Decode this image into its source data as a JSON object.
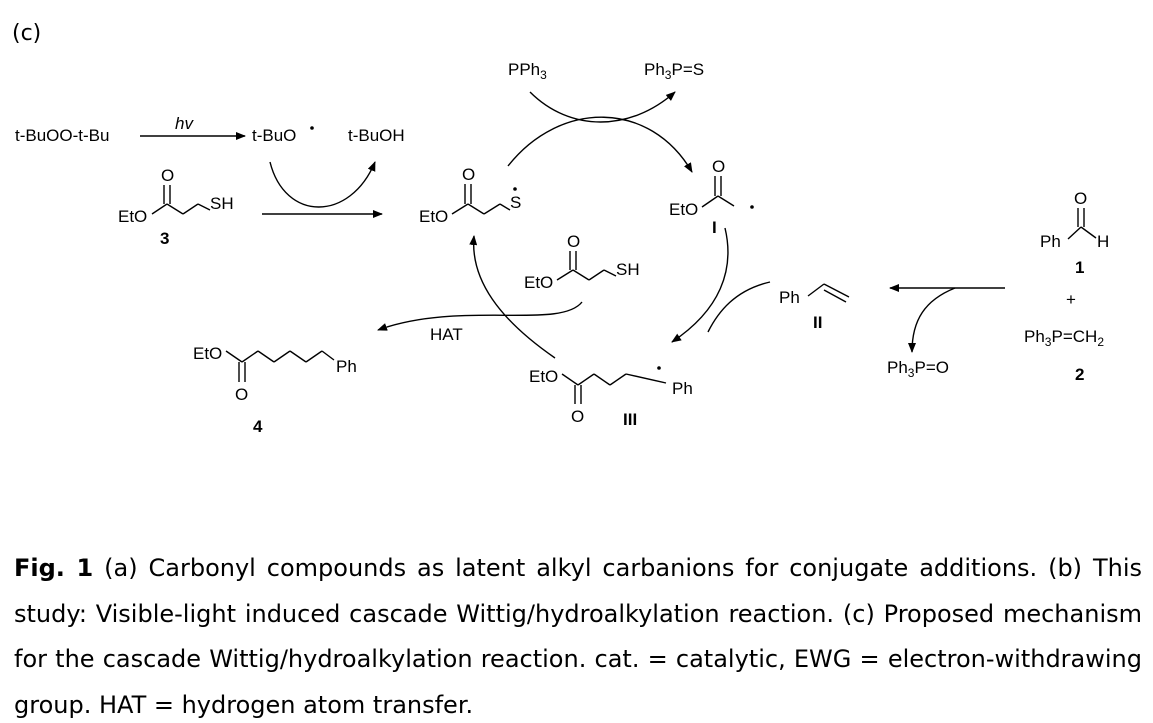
{
  "panel_label": "(c)",
  "reagents": {
    "peroxide": "t-BuOO-t-Bu",
    "light": "hv",
    "tbuo_radical": "t-BuO",
    "tbuoh": "t-BuOH",
    "pph3": "PPh3",
    "ph3ps": "Ph3P=S",
    "hat": "HAT",
    "ph3po": "Ph3P=O",
    "ylide": "Ph3P=CH2",
    "plus": "+"
  },
  "atoms": {
    "eto": "EtO",
    "o": "O",
    "sh": "SH",
    "s": "S",
    "ph": "Ph",
    "h": "H"
  },
  "labels": {
    "thiol": "3",
    "radical_I": "I",
    "alkene_II": "II",
    "radical_III": "III",
    "product": "4",
    "aldehyde": "1",
    "ylide_label": "2"
  },
  "caption": {
    "fig_label": "Fig. 1",
    "text": " (a) Carbonyl compounds as latent alkyl carbanions for conjugate additions. (b) This study: Visible-light induced cascade Wittig/hydroalkylation reaction. (c) Proposed mechanism for the cascade Wittig/hydroalkylation reaction. cat. = catalytic, EWG = electron-withdrawing group. HAT = hydrogen atom transfer."
  }
}
